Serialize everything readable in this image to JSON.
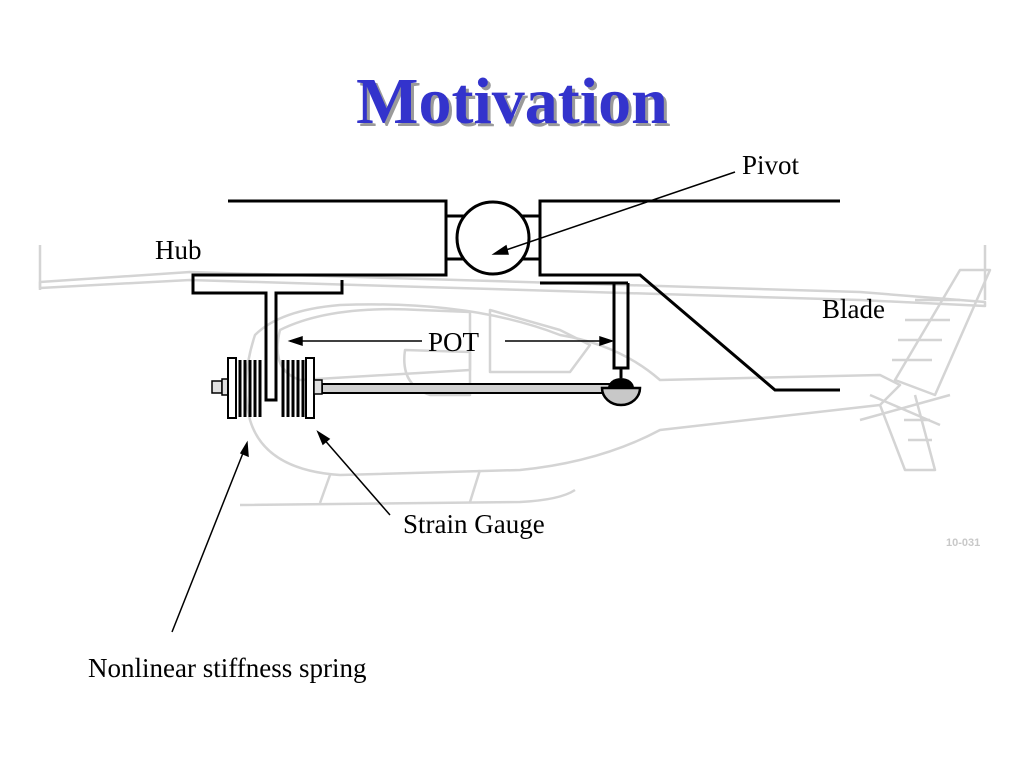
{
  "title": "Motivation",
  "labels": {
    "pivot": "Pivot",
    "hub": "Hub",
    "blade": "Blade",
    "pot": "POT",
    "strain_gauge": "Strain Gauge",
    "spring": "Nonlinear stiffness spring",
    "watermark": "10-031"
  },
  "colors": {
    "title": "#3333cc",
    "title_shadow": "#9a9a9a",
    "line": "#000000",
    "helicopter_background": "#d4d4d4"
  },
  "icons": {
    "background": "helicopter-outline-icon",
    "spring": "coil-spring-icon",
    "pivot": "pivot-bearing-icon"
  }
}
